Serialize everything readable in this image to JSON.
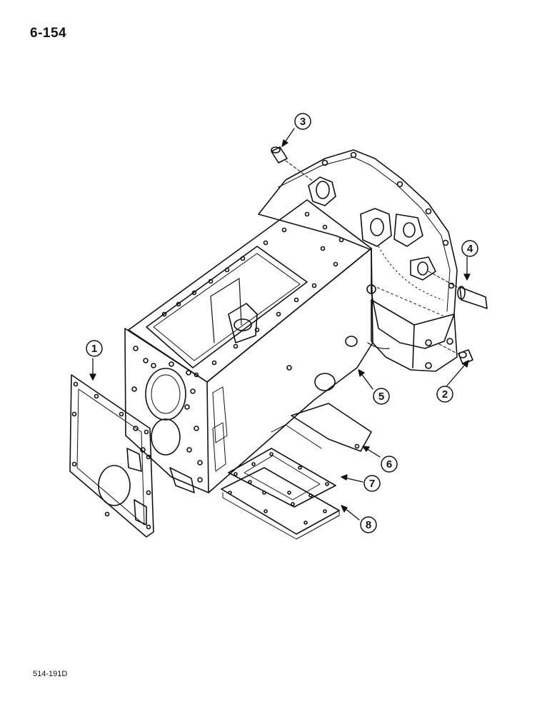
{
  "page": {
    "number": "6-154",
    "figure_code": "514-191D"
  },
  "callouts": [
    {
      "id": "1",
      "label": "1"
    },
    {
      "id": "2",
      "label": "2"
    },
    {
      "id": "3",
      "label": "3"
    },
    {
      "id": "4",
      "label": "4"
    },
    {
      "id": "5",
      "label": "5"
    },
    {
      "id": "6",
      "label": "6"
    },
    {
      "id": "7",
      "label": "7"
    },
    {
      "id": "8",
      "label": "8"
    }
  ]
}
